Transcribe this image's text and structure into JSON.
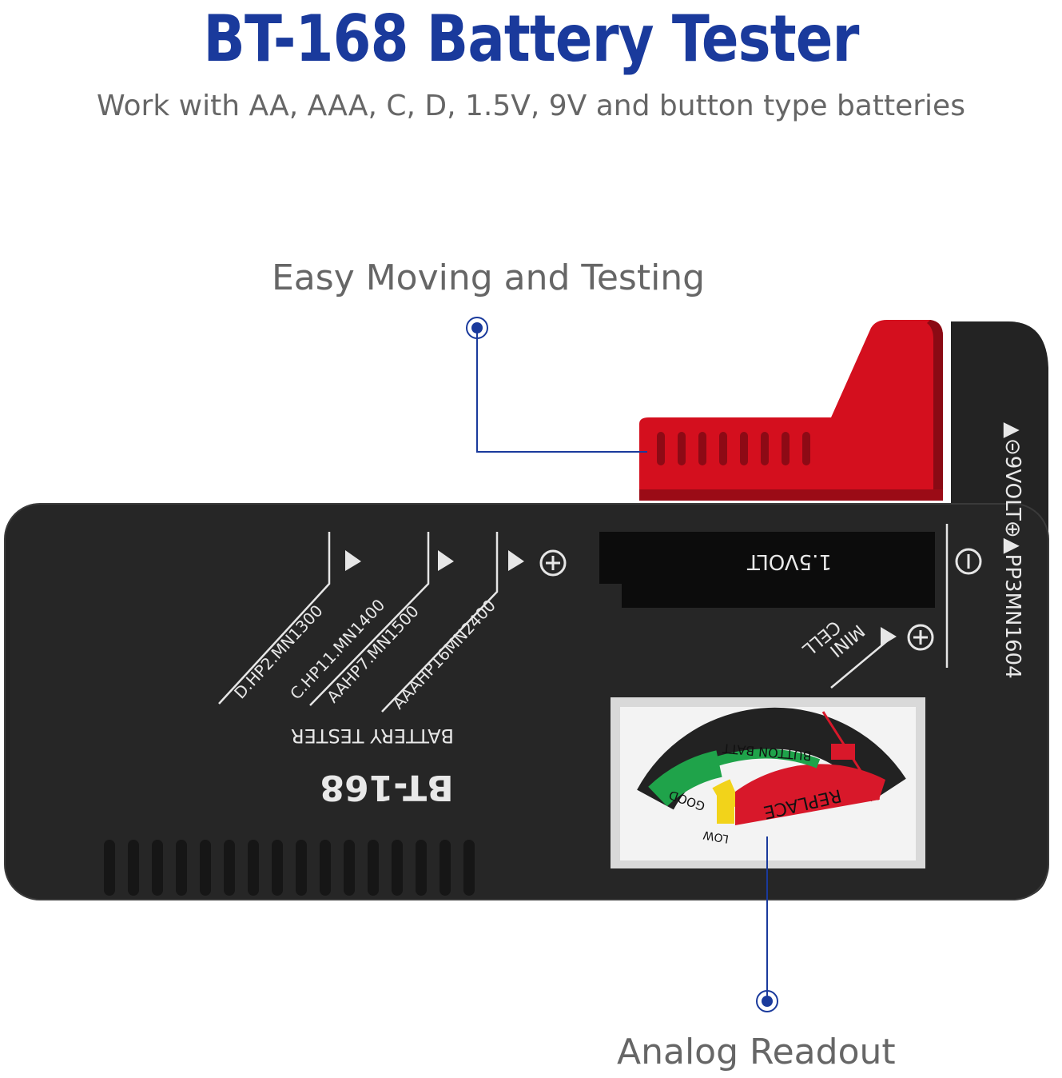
{
  "header": {
    "title": "BT-168 Battery Tester",
    "subtitle": "Work with AA, AAA, C, D, 1.5V, 9V and button type batteries"
  },
  "callouts": {
    "top": "Easy Moving and Testing",
    "bottom": "Analog Readout"
  },
  "device": {
    "model": "BT-168",
    "name": "BATTERY TESTER",
    "slot_label": "1.5VOLT",
    "right_labels": {
      "nine_volt": "▲⊝9VOLT⊕▲PP3MN1604",
      "minus": "⊝"
    },
    "mini_cell": [
      "MINI",
      "CELL"
    ],
    "size_labels": [
      "D.HP2.MN1300",
      "C.HP11.MN1400",
      "AAHP7.MN1500",
      "AAAHP16MN2400"
    ],
    "meter": {
      "button_batt": "BUTTON BATT",
      "good": "GOOD",
      "replace": "REPLACE",
      "low": "LOW"
    }
  },
  "colors": {
    "accent": "#1a3a9c",
    "body": "#262626",
    "slider": "#d40f1e",
    "good": "#1fa34a",
    "low": "#f2d31a",
    "replace": "#d8182a"
  }
}
